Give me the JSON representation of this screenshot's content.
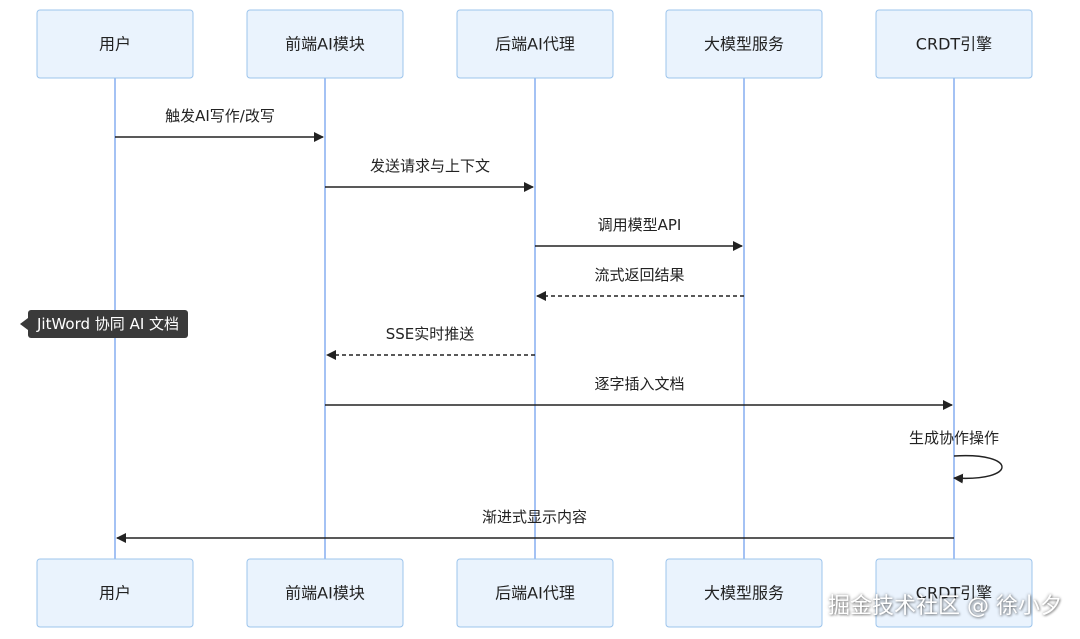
{
  "participants": [
    "用户",
    "前端AI模块",
    "后端AI代理",
    "大模型服务",
    "CRDT引擎"
  ],
  "messages": [
    {
      "from": 0,
      "to": 1,
      "label": "触发AI写作/改写",
      "style": "solid"
    },
    {
      "from": 1,
      "to": 2,
      "label": "发送请求与上下文",
      "style": "solid"
    },
    {
      "from": 2,
      "to": 3,
      "label": "调用模型API",
      "style": "solid"
    },
    {
      "from": 3,
      "to": 2,
      "label": "流式返回结果",
      "style": "dashed"
    },
    {
      "from": 2,
      "to": 1,
      "label": "SSE实时推送",
      "style": "dashed"
    },
    {
      "from": 1,
      "to": 4,
      "label": "逐字插入文档",
      "style": "solid"
    },
    {
      "from": 4,
      "to": 4,
      "label": "生成协作操作",
      "style": "solid"
    },
    {
      "from": 4,
      "to": 0,
      "label": "渐进式显示内容",
      "style": "solid"
    }
  ],
  "tooltip": "JitWord 协同 AI 文档",
  "watermark": "掘金技术社区 @ 徐小夕",
  "colors": {
    "actor_fill": "#eaf3fd",
    "actor_border": "#9cc4ec",
    "lifeline": "#86aef0",
    "arrow": "#222222"
  }
}
